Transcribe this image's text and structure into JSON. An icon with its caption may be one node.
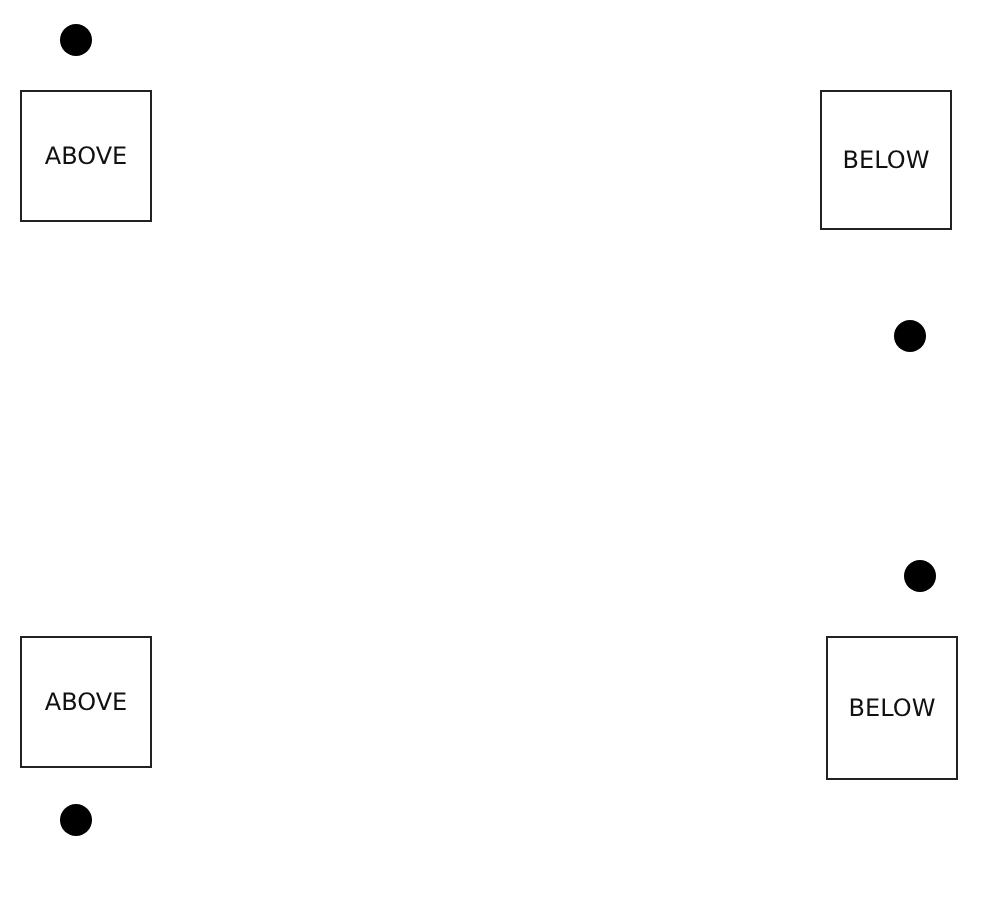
{
  "diagram": {
    "nodes": [
      {
        "text": [],
        "shape": "circle"
      },
      {
        "text": [
          "ABOVE"
        ]
      },
      {
        "text": [
          "BELOW"
        ]
      },
      {
        "text": [],
        "shape": "circle"
      },
      {
        "text": [],
        "shape": "circle"
      },
      {
        "text": [
          "ABOVE"
        ]
      },
      {
        "text": [
          "BELOW"
        ]
      },
      {
        "text": [],
        "shape": "circle"
      }
    ]
  }
}
